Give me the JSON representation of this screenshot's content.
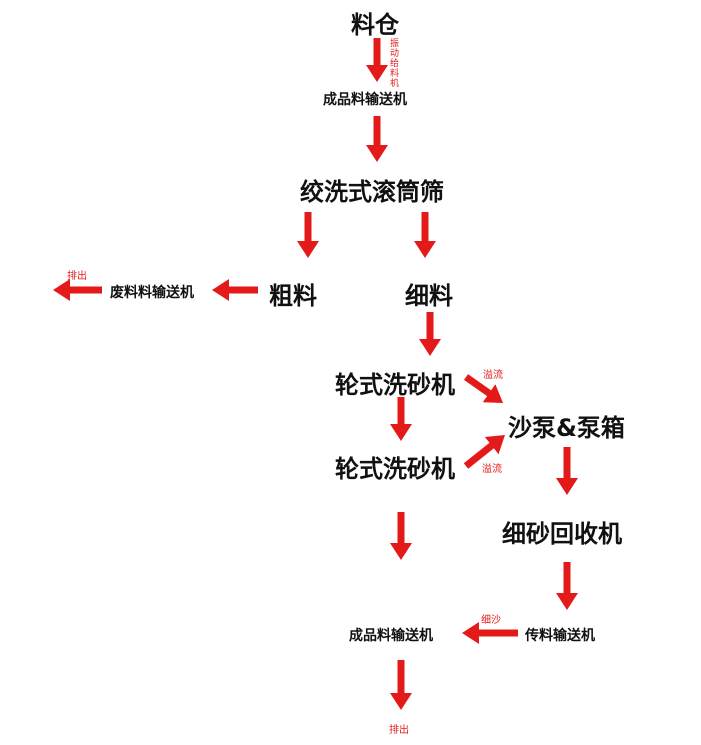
{
  "nodes": {
    "bin": "料仓",
    "product_conveyor_top": "成品料输送机",
    "trommel": "绞洗式滚筒筛",
    "coarse": "粗料",
    "waste_conveyor": "废料料输送机",
    "fine": "细料",
    "washer_1": "轮式洗砂机",
    "washer_2": "轮式洗砂机",
    "pump": "沙泵&泵箱",
    "fine_recovery": "细砂回收机",
    "transfer_conveyor": "传料输送机",
    "product_conveyor_bottom": "成品料输送机"
  },
  "annotations": {
    "vibrating_feeder": "振动给料机",
    "discharge_left": "排出",
    "overflow_1": "溢流",
    "overflow_2": "溢流",
    "fine_sand": "细沙",
    "discharge_bottom": "排出"
  },
  "colors": {
    "arrow": "#e41a1a",
    "text": "#111111",
    "annotation": "#e41a1a"
  }
}
